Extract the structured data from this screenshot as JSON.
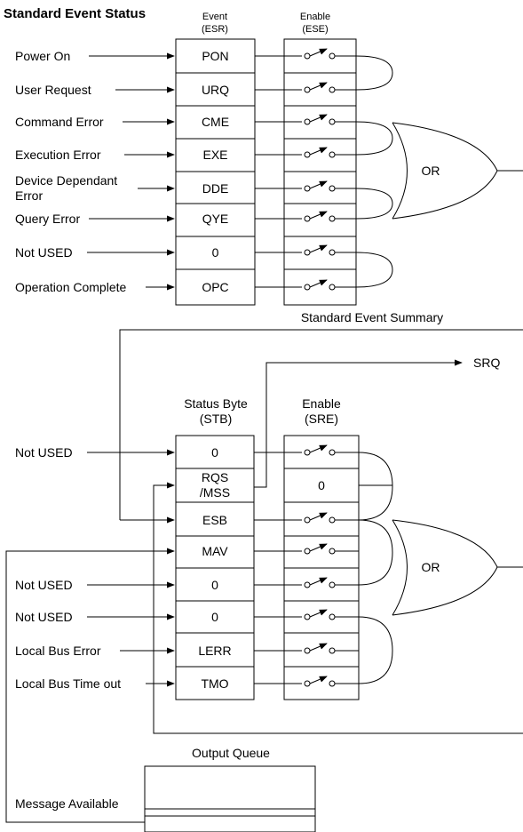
{
  "title": "Standard Event Status",
  "esr": {
    "header": [
      "Event",
      "(ESR)"
    ],
    "enable_header": [
      "Enable",
      "(ESE)"
    ],
    "bits": [
      "PON",
      "URQ",
      "CME",
      "EXE",
      "DDE",
      "QYE",
      "0",
      "OPC"
    ],
    "inputs": [
      [
        "Power On"
      ],
      [
        "User Request"
      ],
      [
        "Command Error"
      ],
      [
        "Execution Error"
      ],
      [
        "Device Dependant",
        "Error"
      ],
      [
        "Query Error"
      ],
      [
        "Not USED"
      ],
      [
        "Operation Complete"
      ]
    ],
    "gate_label": "OR"
  },
  "summary_label": "Standard Event Summary",
  "srq_label": "SRQ",
  "stb": {
    "header": [
      "Status Byte",
      "(STB)"
    ],
    "enable_header": [
      "Enable",
      "(SRE)"
    ],
    "bits": [
      [
        "0"
      ],
      [
        "RQS",
        "/MSS"
      ],
      [
        "ESB"
      ],
      [
        "MAV"
      ],
      [
        "0"
      ],
      [
        "0"
      ],
      [
        "LERR"
      ],
      [
        "TMO"
      ]
    ],
    "enable_fixed": "0",
    "inputs": [
      "Not USED",
      "",
      "",
      "",
      "Not USED",
      "Not USED",
      "Local Bus Error",
      "Local Bus Time out"
    ],
    "gate_label": "OR"
  },
  "output_queue": {
    "title": "Output Queue",
    "message_label": "Message Available"
  }
}
